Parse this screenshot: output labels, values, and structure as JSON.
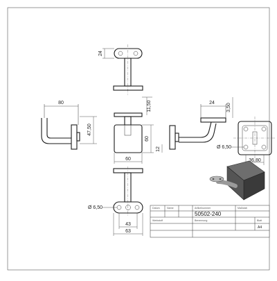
{
  "drawing": {
    "top_view": {
      "dim_height": "24"
    },
    "front_view": {
      "dim_height": "47,50",
      "dim_width": "80"
    },
    "center_view": {
      "dim_plate_width": "60",
      "dim_plate_height": "60",
      "dim_rod": "11,50",
      "dim_bottom": "12"
    },
    "side_view": {
      "dim_cap": "24",
      "dim_offset": "3,50"
    },
    "plate_view": {
      "dim_hole": "Ø 6,50",
      "dim_width": "36,80"
    },
    "bottom_view": {
      "dim_hole": "Ø 6,50",
      "dim_inner": "43",
      "dim_outer": "63"
    }
  },
  "title_block": {
    "drawing_number": "50502-240",
    "sheet_size": "A4",
    "small_labels": [
      "Artikelnummer",
      "Benennung",
      "Datum",
      "Name",
      "Maßstab",
      "Werkstoff",
      "Blatt"
    ]
  }
}
